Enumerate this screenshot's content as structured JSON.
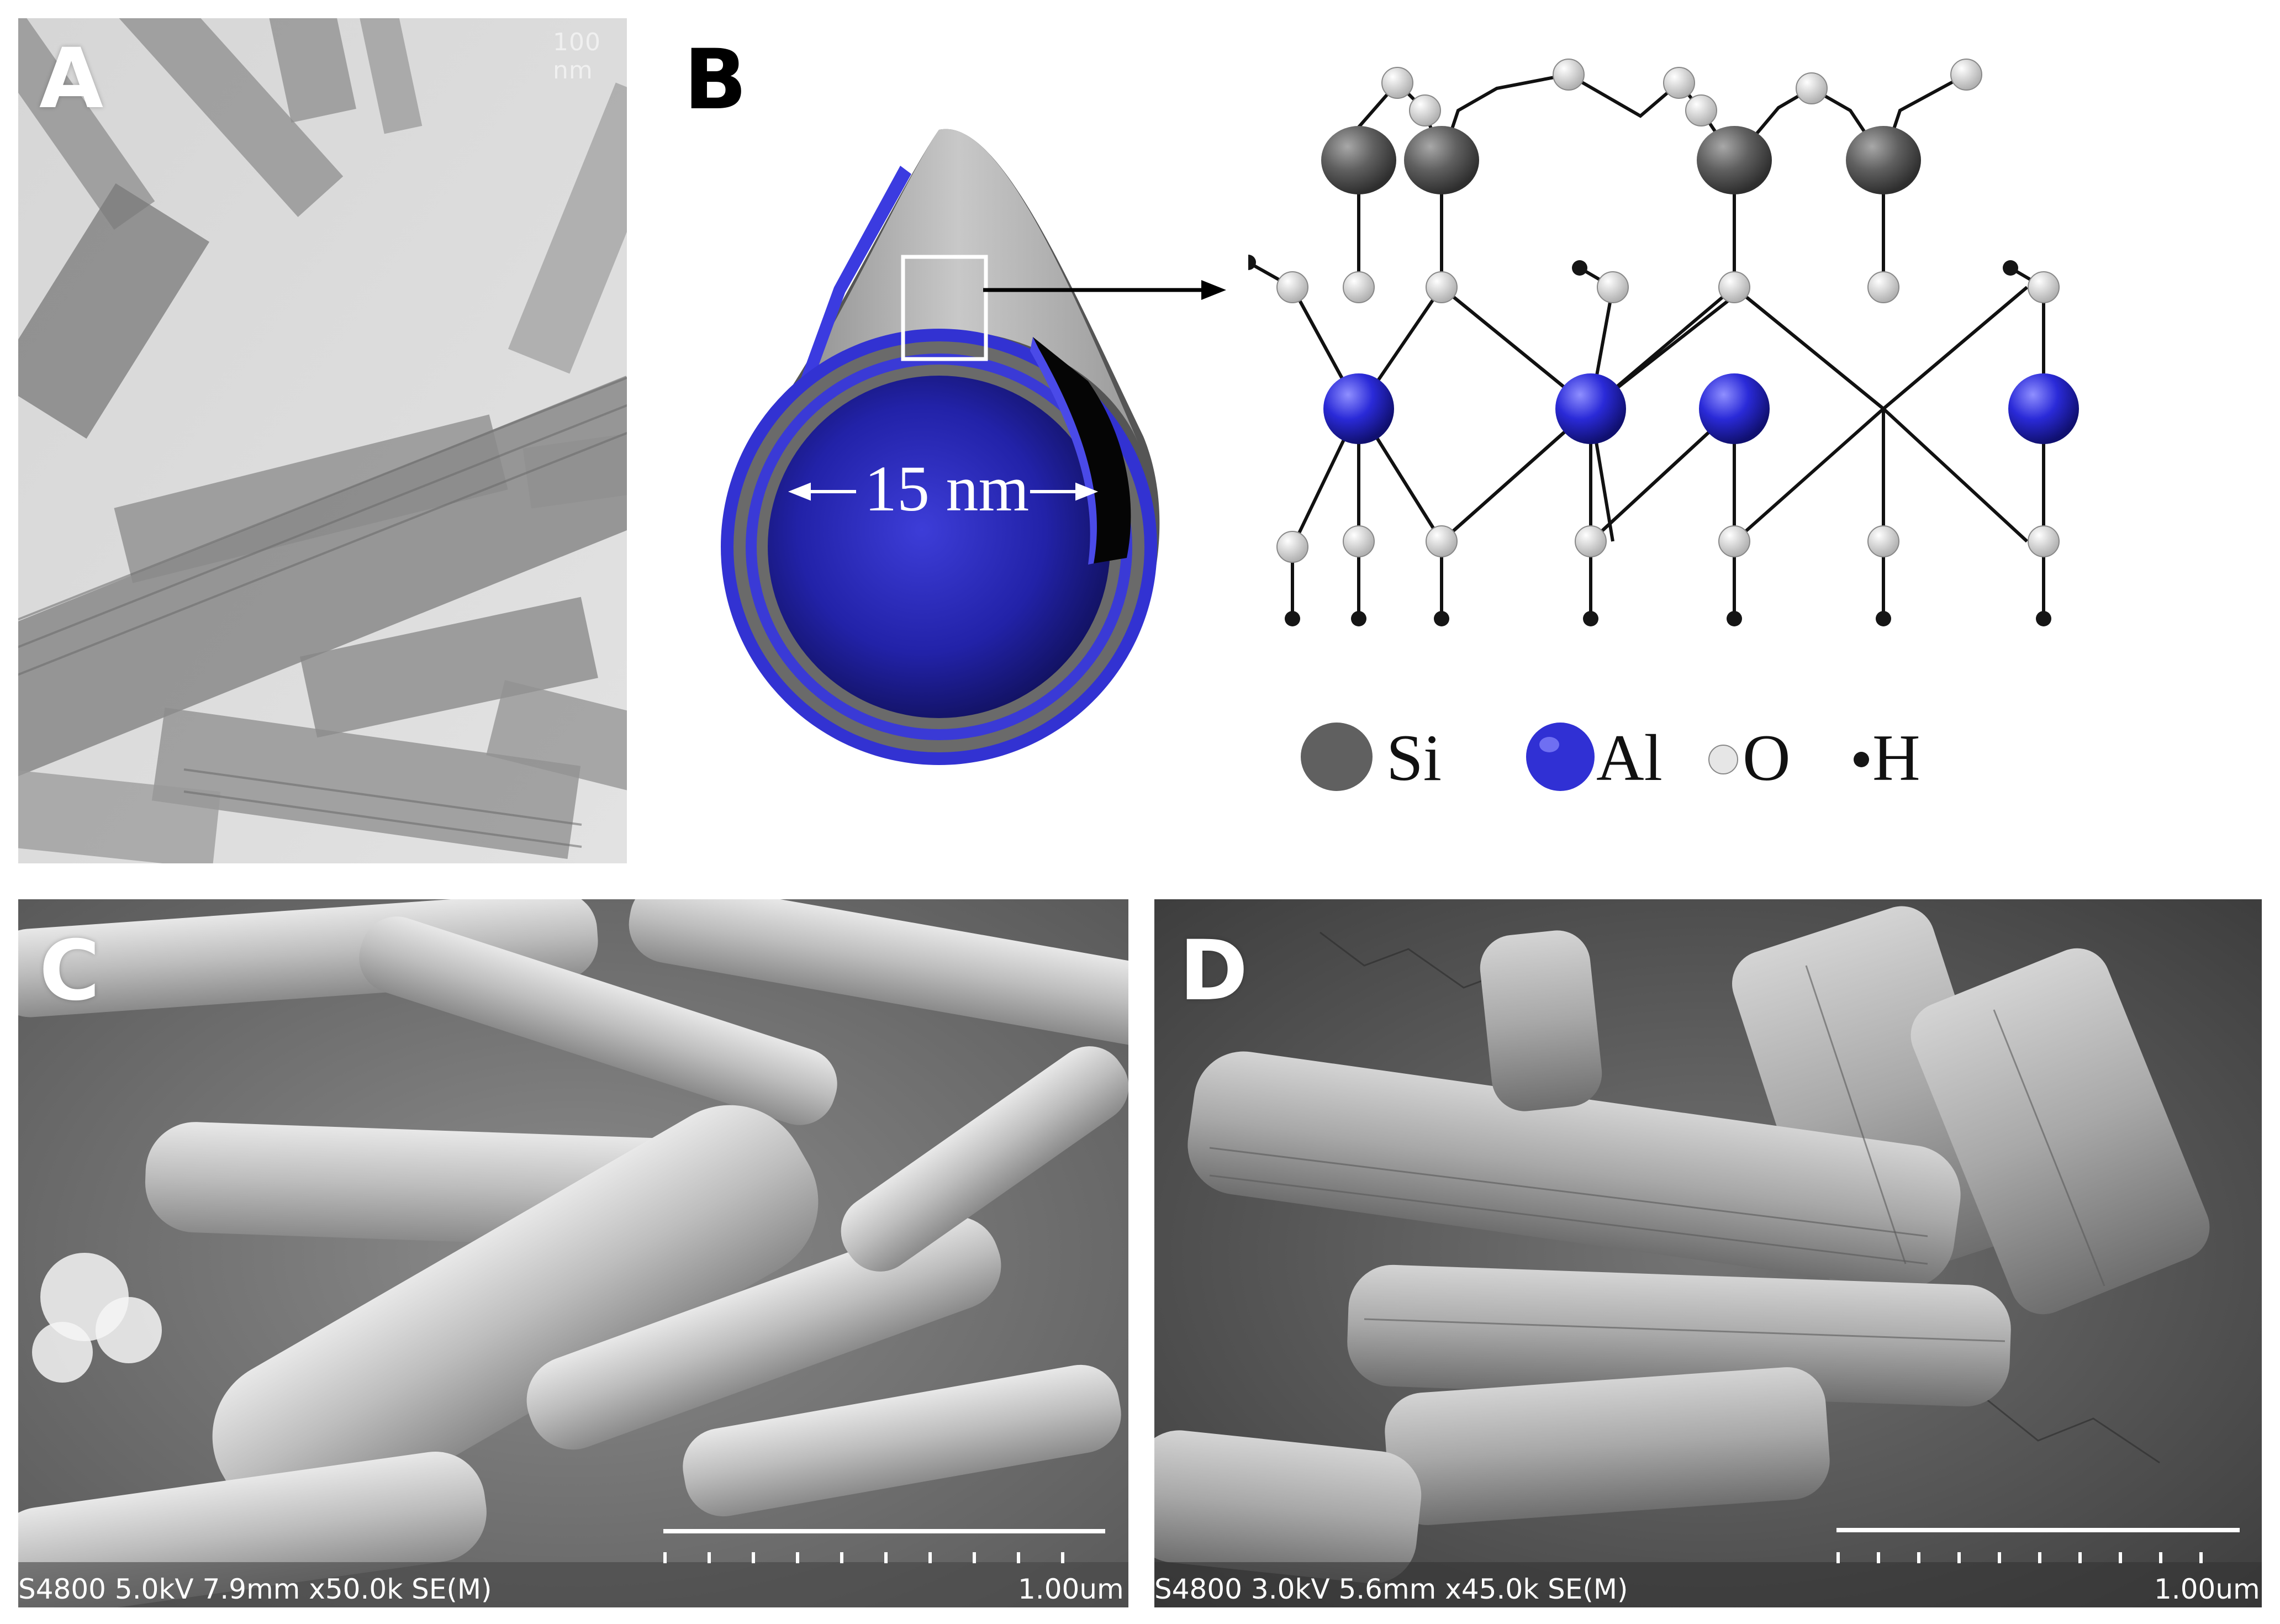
{
  "figure": {
    "panels": {
      "a": {
        "label": "A",
        "scale_label": "100 nm"
      },
      "b": {
        "label": "B",
        "tube_diameter_label": "15 nm",
        "legend": [
          {
            "symbol": "Si",
            "color": "#606060"
          },
          {
            "symbol": "Al",
            "color": "#3535d8"
          },
          {
            "symbol": "O",
            "color": "#e6e6e6"
          },
          {
            "symbol": "H",
            "color": "#151515"
          }
        ]
      },
      "c": {
        "label": "C",
        "footer_info": "S4800 5.0kV 7.9mm x50.0k SE(M)",
        "scale_label": "1.00um"
      },
      "d": {
        "label": "D",
        "footer_info": "S4800 3.0kV 5.6mm x45.0k SE(M)",
        "scale_label": "1.00um"
      }
    }
  }
}
